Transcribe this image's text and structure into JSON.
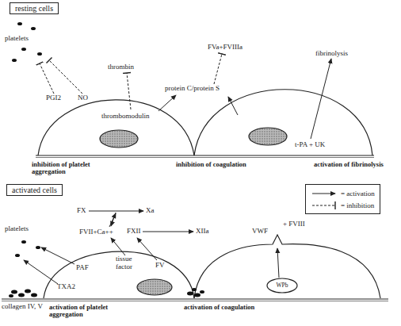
{
  "diagram": {
    "nodes": [
      {
        "text": [
          "resting cells"
        ]
      },
      {
        "text": [
          "activated cells"
        ]
      }
    ],
    "labels": [
      "platelets",
      "PGI2",
      "NO",
      "thrombin",
      "thrombomodulin",
      "FVa+FVIIIa",
      "protein C/protein S",
      "fibrinolysis",
      "t-PA + UK",
      "inhibition of platelet aggregation",
      "inhibition of coagulation",
      "activation of fibrinolysis",
      "platelets",
      "FX",
      "Xa",
      "FVII+Ca++",
      "FXII",
      "XIIa",
      "+ FVIII",
      "VWF",
      "PAF",
      "tissue factor",
      "FV",
      "WPb",
      "TXA2",
      "collagen IV, V",
      "activation of platelet aggregation",
      "activation of coagulation"
    ],
    "legend": [
      {
        "text": "= activation"
      },
      {
        "text": "= inhibition"
      }
    ]
  }
}
